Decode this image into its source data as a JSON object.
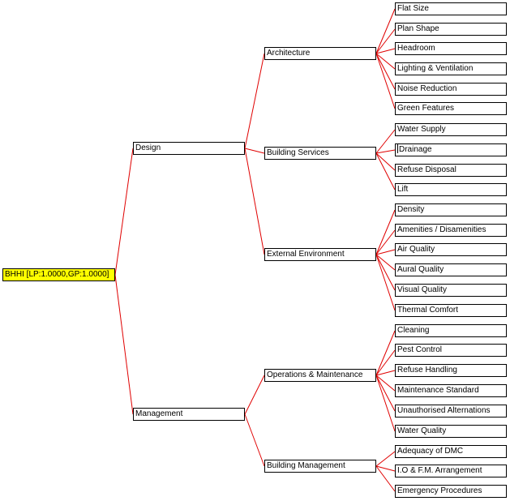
{
  "root": {
    "label": "BHHI  [LP:1.0000,GP:1.0000]",
    "color": "#ffff00",
    "children": [
      {
        "label": "Design",
        "children": [
          {
            "label": "Architecture",
            "children": [
              "Flat Size",
              "Plan Shape",
              "Headroom",
              "Lighting & Ventilation",
              "Noise Reduction",
              "Green Features"
            ]
          },
          {
            "label": "Building Services",
            "children": [
              "Water Supply",
              "Drainage",
              "Refuse Disposal",
              "Lift"
            ]
          },
          {
            "label": "External Environment",
            "children": [
              "Density",
              "Amenities / Disamenities",
              "Air Quality",
              "Aural Quality",
              "Visual Quality",
              "Thermal Comfort"
            ]
          }
        ]
      },
      {
        "label": "Management",
        "children": [
          {
            "label": "Operations & Maintenance",
            "children": [
              "Cleaning",
              "Pest Control",
              "Refuse Handling",
              "Maintenance Standard",
              "Unauthorised Alternations",
              "Water Quality"
            ]
          },
          {
            "label": "Building Management",
            "children": [
              "Adequacy of DMC",
              "I.O & F.M. Arrangement",
              "Emergency Procedures"
            ]
          }
        ]
      }
    ]
  },
  "colors": {
    "connector": "#e00000",
    "box_border": "#000000",
    "root_fill": "#ffff00"
  }
}
